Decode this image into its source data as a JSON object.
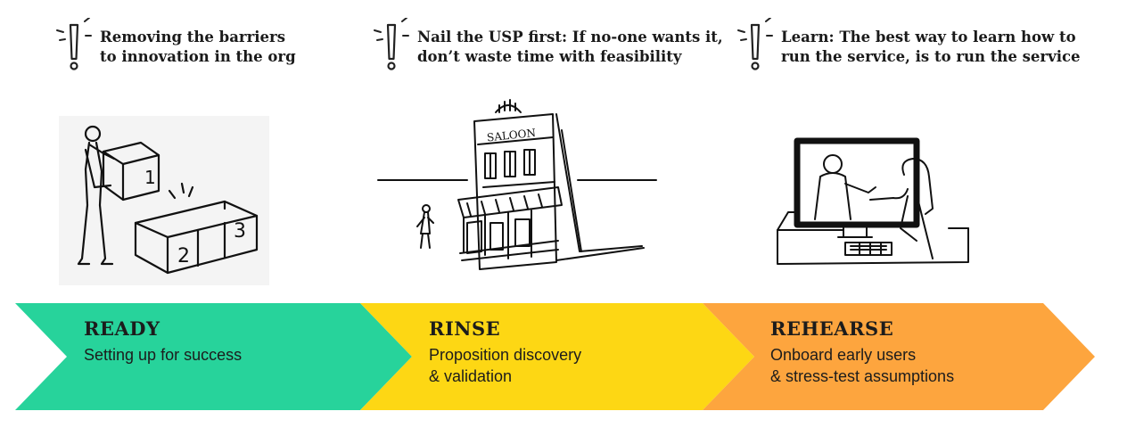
{
  "tips": [
    {
      "lines": [
        "Removing the barriers",
        "to innovation in the org"
      ],
      "icon": "exclamation-icon"
    },
    {
      "lines": [
        "Nail the USP first: If no-one wants it,",
        "don’t waste time with feasibility"
      ],
      "icon": "exclamation-icon"
    },
    {
      "lines": [
        "Learn: The best way to learn how to",
        "run the service, is to run the service"
      ],
      "icon": "exclamation-icon"
    }
  ],
  "illustrations": {
    "boxes": {
      "labels": [
        "1",
        "2",
        "3"
      ]
    },
    "saloon": {
      "sign": "SALOON"
    }
  },
  "stages": [
    {
      "name": "READY",
      "lines": [
        "Setting up for success"
      ],
      "color": "#27d39b"
    },
    {
      "name": "RINSE",
      "lines": [
        "Proposition discovery",
        "& validation"
      ],
      "color": "#fdd714"
    },
    {
      "name": "REHEARSE",
      "lines": [
        "Onboard early users",
        "& stress-test assumptions"
      ],
      "color": "#fda53e"
    }
  ]
}
